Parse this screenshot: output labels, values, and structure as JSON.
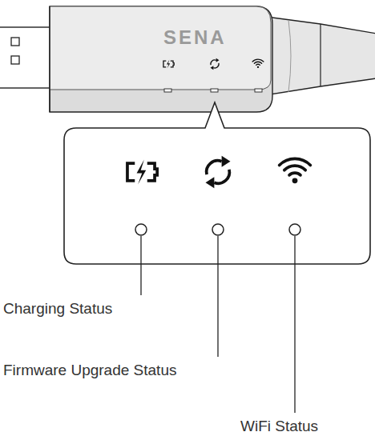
{
  "diagram": {
    "labels": [
      "SENA",
      "Charging Status",
      "Firmware Upgrade Status",
      "WiFi Status"
    ]
  }
}
